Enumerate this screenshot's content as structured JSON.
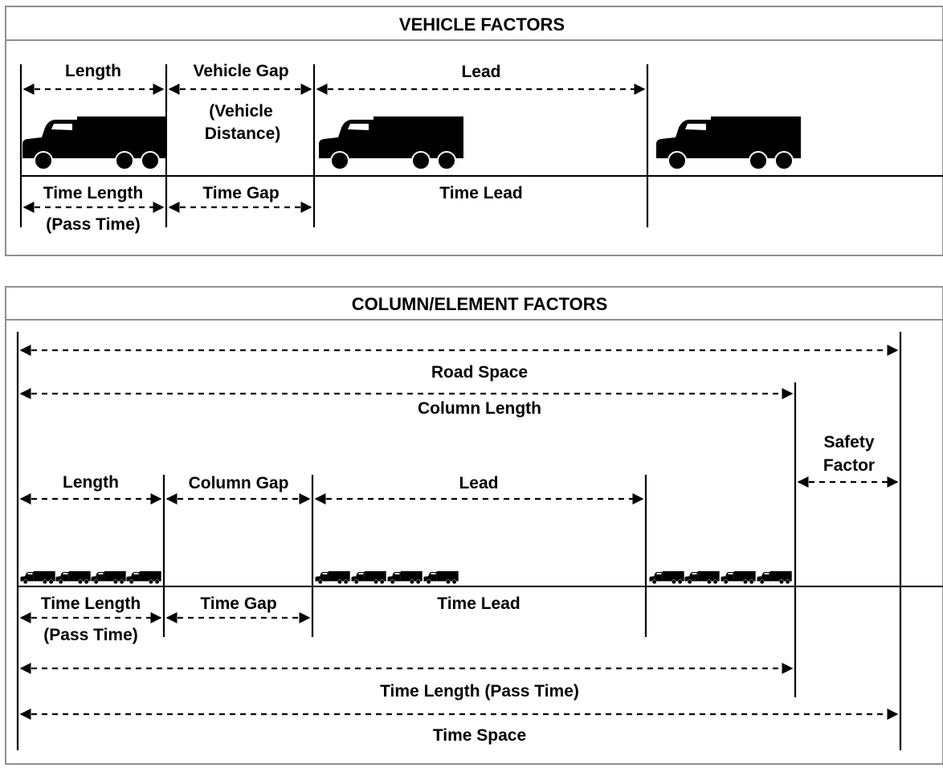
{
  "vehicle_factors": {
    "title": "VEHICLE FACTORS",
    "length": "Length",
    "vehicle_gap": "Vehicle Gap",
    "vehicle_distance_line1": "(Vehicle",
    "vehicle_distance_line2": "Distance)",
    "lead": "Lead",
    "time_length": "Time Length",
    "pass_time": "(Pass Time)",
    "time_gap": "Time Gap",
    "time_lead": "Time Lead"
  },
  "column_factors": {
    "title": "COLUMN/ELEMENT FACTORS",
    "road_space": "Road Space",
    "column_length": "Column Length",
    "safety_factor_line1": "Safety",
    "safety_factor_line2": "Factor",
    "length": "Length",
    "column_gap": "Column Gap",
    "lead": "Lead",
    "time_length": "Time Length",
    "pass_time": "(Pass Time)",
    "time_gap": "Time Gap",
    "time_lead": "Time Lead",
    "time_length_pass_time": "Time Length (Pass Time)",
    "time_space": "Time Space"
  },
  "colors": {
    "ink": "#000000",
    "frame": "#8f8f8f",
    "background": "#ffffff"
  },
  "icons": [
    "truck-icon"
  ]
}
